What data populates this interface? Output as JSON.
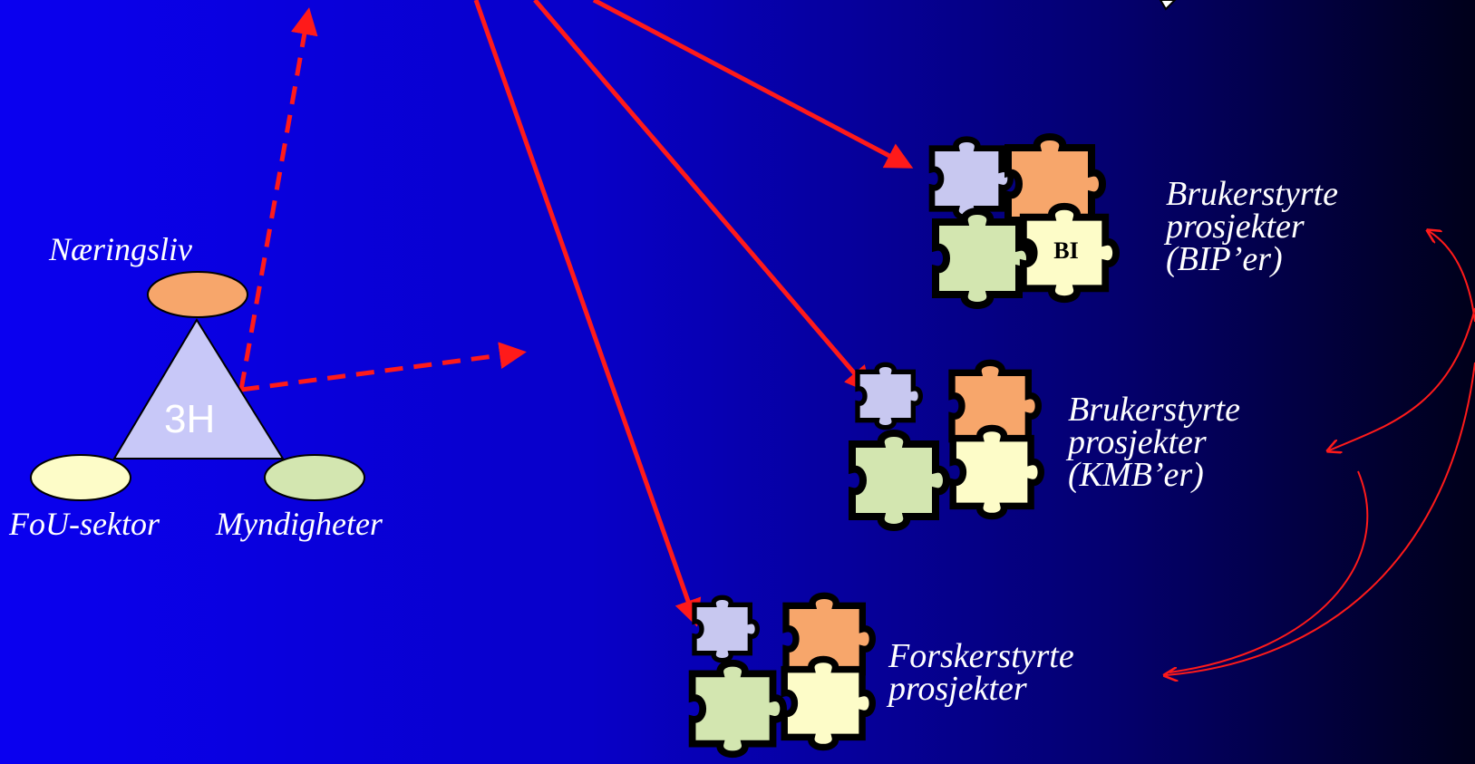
{
  "triad": {
    "center": "3H",
    "top_label": "Næringsliv",
    "left_label": "FoU-sektor",
    "right_label": "Myndigheter"
  },
  "projects": [
    {
      "lines": [
        "Brukerstyrte",
        "prosjekter",
        "(BIP’er)"
      ],
      "puzzle_text": "BI"
    },
    {
      "lines": [
        "Brukerstyrte",
        "prosjekter",
        "(KMB’er)"
      ]
    },
    {
      "lines": [
        "Forskerstyrte",
        "prosjekter"
      ]
    }
  ],
  "colors": {
    "arrow": "#ff1a1a",
    "node_top": "#f7a66b",
    "node_left": "#fdfcc8",
    "node_right": "#d3e6b0",
    "triangle": "#c8c8f8",
    "piece_purple": "#c8c8f0",
    "piece_orange": "#f7a66b",
    "piece_green": "#d3e6b0",
    "piece_yellow": "#fdfcc8"
  }
}
